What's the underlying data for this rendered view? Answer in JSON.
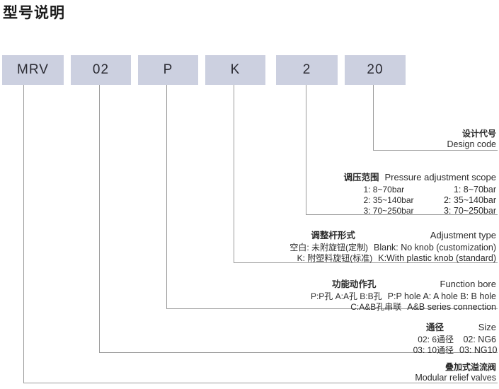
{
  "title": "型号说明",
  "code_boxes": [
    {
      "name": "series",
      "value": "MRV"
    },
    {
      "name": "size",
      "value": "02"
    },
    {
      "name": "function-bore",
      "value": "P"
    },
    {
      "name": "adjustment-type",
      "value": "K"
    },
    {
      "name": "pressure-scope",
      "value": "2"
    },
    {
      "name": "design-code",
      "value": "20"
    }
  ],
  "annotations": {
    "design_code": {
      "cn_title": "设计代号",
      "en_title": "Design code"
    },
    "pressure_scope": {
      "cn_title": "调压范围",
      "en_title": "Pressure adjustment scope",
      "rows": [
        {
          "cn": "1: 8~70bar",
          "en": "1: 8~70bar"
        },
        {
          "cn": "2: 35~140bar",
          "en": "2: 35~140bar"
        },
        {
          "cn": "3: 70~250bar",
          "en": "3: 70~250bar"
        }
      ]
    },
    "adjustment_type": {
      "cn_title": "调整杆形式",
      "en_title": "Adjustment type",
      "rows": [
        {
          "cn": "空白: 未附旋钮(定制)",
          "en": "Blank: No knob (customization)"
        },
        {
          "cn": "K: 附塑料旋钮(标准)",
          "en": "K:With plastic knob (standard)"
        }
      ]
    },
    "function_bore": {
      "cn_title": "功能动作孔",
      "en_title": "Function bore",
      "rows": [
        {
          "cn": "P:P孔  A:A孔  B:B孔",
          "en": "P:P hole   A: A hole   B: B hole"
        },
        {
          "cn": "C:A&B孔串联",
          "en": "A&B series connection"
        }
      ]
    },
    "size": {
      "cn_title": "通径",
      "en_title": "Size",
      "rows": [
        {
          "cn": "02: 6通径",
          "en": "02: NG6"
        },
        {
          "cn": "03: 10通径",
          "en": "03: NG10"
        }
      ]
    },
    "product": {
      "cn_title": "叠加式溢流阀",
      "en_title": "Modular relief valves"
    }
  },
  "colors": {
    "box_fill": "#ccd0e0",
    "line": "#9a9a9a",
    "text": "#2b2b2b",
    "title": "#1a1a1a"
  }
}
